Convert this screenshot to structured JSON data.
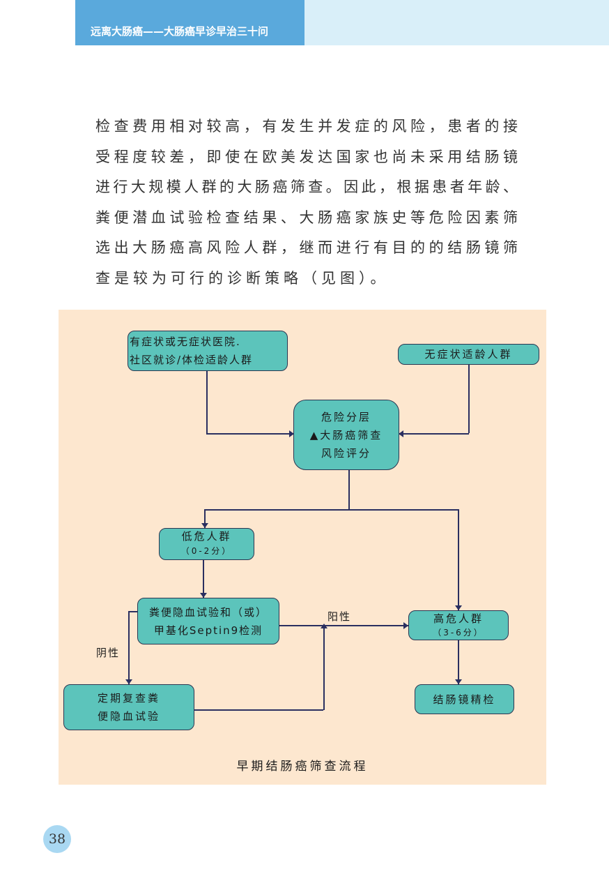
{
  "header": {
    "title": "远离大肠癌——大肠癌早诊早治三十问"
  },
  "body": {
    "lines": [
      "检查费用相对较高，有发生并发症的风险，患者的接",
      "受程度较差，即使在欧美发达国家也尚未采用结肠镜",
      "进行大规模人群的大肠癌筛查。因此，根据患者年龄、",
      "粪便潜血试验检查结果、大肠癌家族史等危险因素筛",
      "选出大肠癌高风险人群，继而进行有目的的结肠镜筛",
      "查是较为可行的诊断策略（见图）。"
    ]
  },
  "flowchart": {
    "hospital": [
      "有症状或无症状医院.",
      "社区就诊/体检适龄人群"
    ],
    "asymptomatic": "无症状适龄人群",
    "risk": [
      "危险分层",
      "▲大肠癌筛查",
      "风险评分"
    ],
    "low": [
      "低危人群",
      "（0-2分）"
    ],
    "fobt": [
      "粪便隐血试验和（或）",
      "甲基化Septin9检测"
    ],
    "high": [
      "高危人群",
      "（3-6分）"
    ],
    "repeat": [
      "定期复查粪",
      "便隐血试验"
    ],
    "colonoscopy": "结肠镜精检",
    "positive": "阳性",
    "negative": "阴性",
    "caption": "早期结肠癌筛查流程"
  },
  "page_number": "38"
}
